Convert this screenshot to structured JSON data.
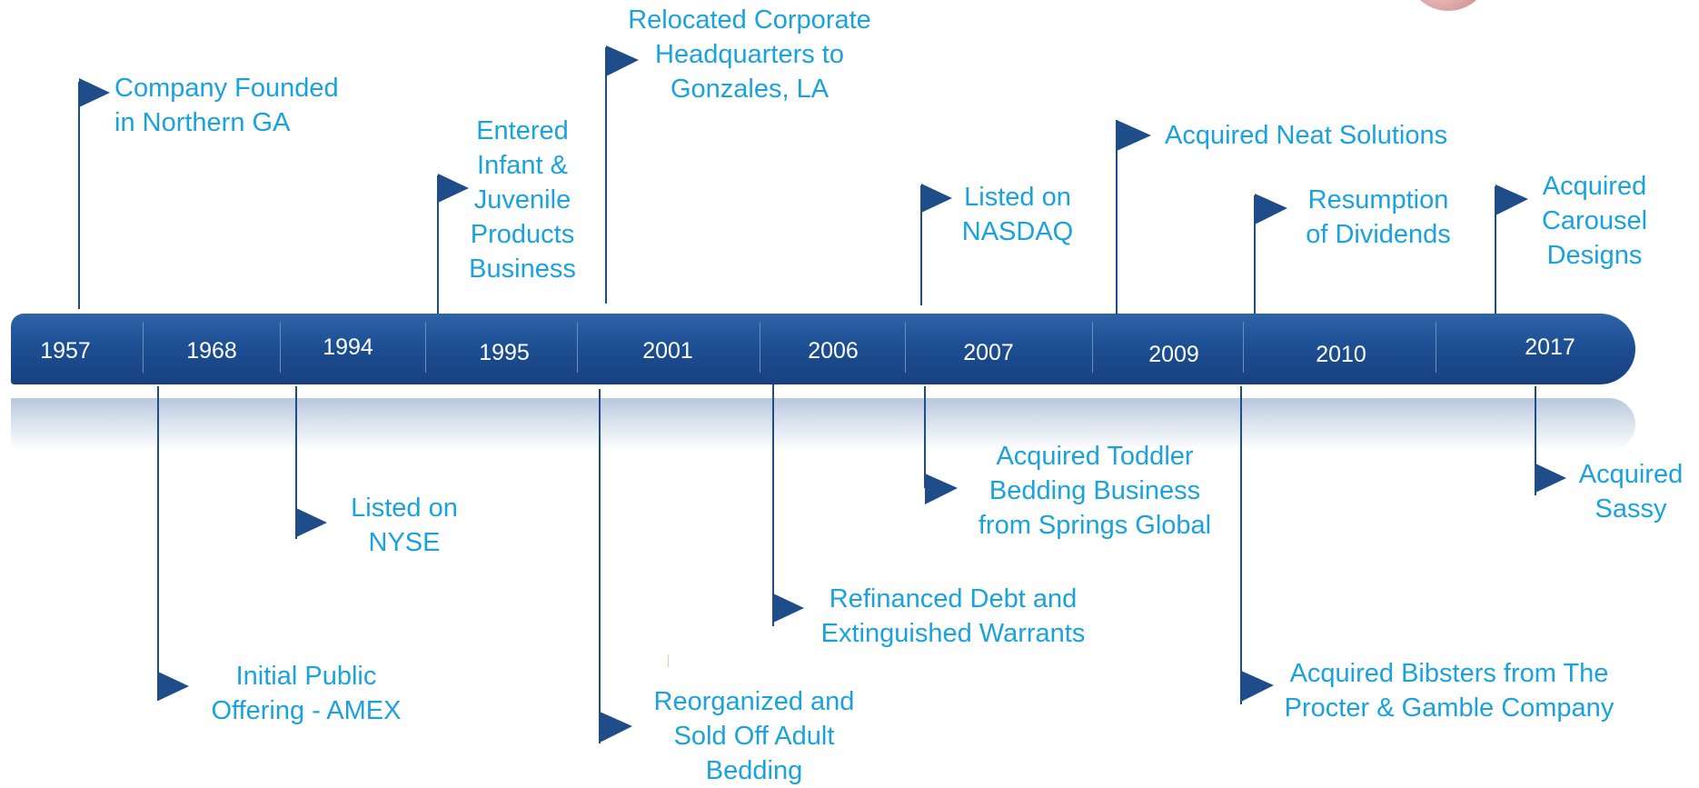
{
  "years": [
    "1957",
    "1968",
    "1994",
    "1995",
    "2001",
    "2006",
    "2007",
    "2009",
    "2010",
    "2017"
  ],
  "events": [
    {
      "lines": "Company Founded\nin Northern GA"
    },
    {
      "lines": "Initial Public\nOffering - AMEX"
    },
    {
      "lines": "Listed on\nNYSE"
    },
    {
      "lines": "Entered\nInfant &\nJuvenile\nProducts\nBusiness"
    },
    {
      "lines": "Relocated Corporate\nHeadquarters to\nGonzales, LA"
    },
    {
      "lines": "Reorganized and\nSold Off Adult\nBedding"
    },
    {
      "lines": "Refinanced Debt and\nExtinguished Warrants"
    },
    {
      "lines": "Listed on\nNASDAQ"
    },
    {
      "lines": "Acquired Toddler\nBedding Business\nfrom Springs Global"
    },
    {
      "lines": "Acquired Neat Solutions"
    },
    {
      "lines": "Resumption\nof Dividends"
    },
    {
      "lines": "Acquired Bibsters from The\nProcter & Gamble Company"
    },
    {
      "lines": "Acquired\nCarousel\nDesigns"
    },
    {
      "lines": "Acquired\nSassy"
    }
  ],
  "colors": {
    "band": "#1d4f93",
    "event_text": "#1aa2dc",
    "flag": "#1f4d8a",
    "year_text": "#ffffff"
  }
}
